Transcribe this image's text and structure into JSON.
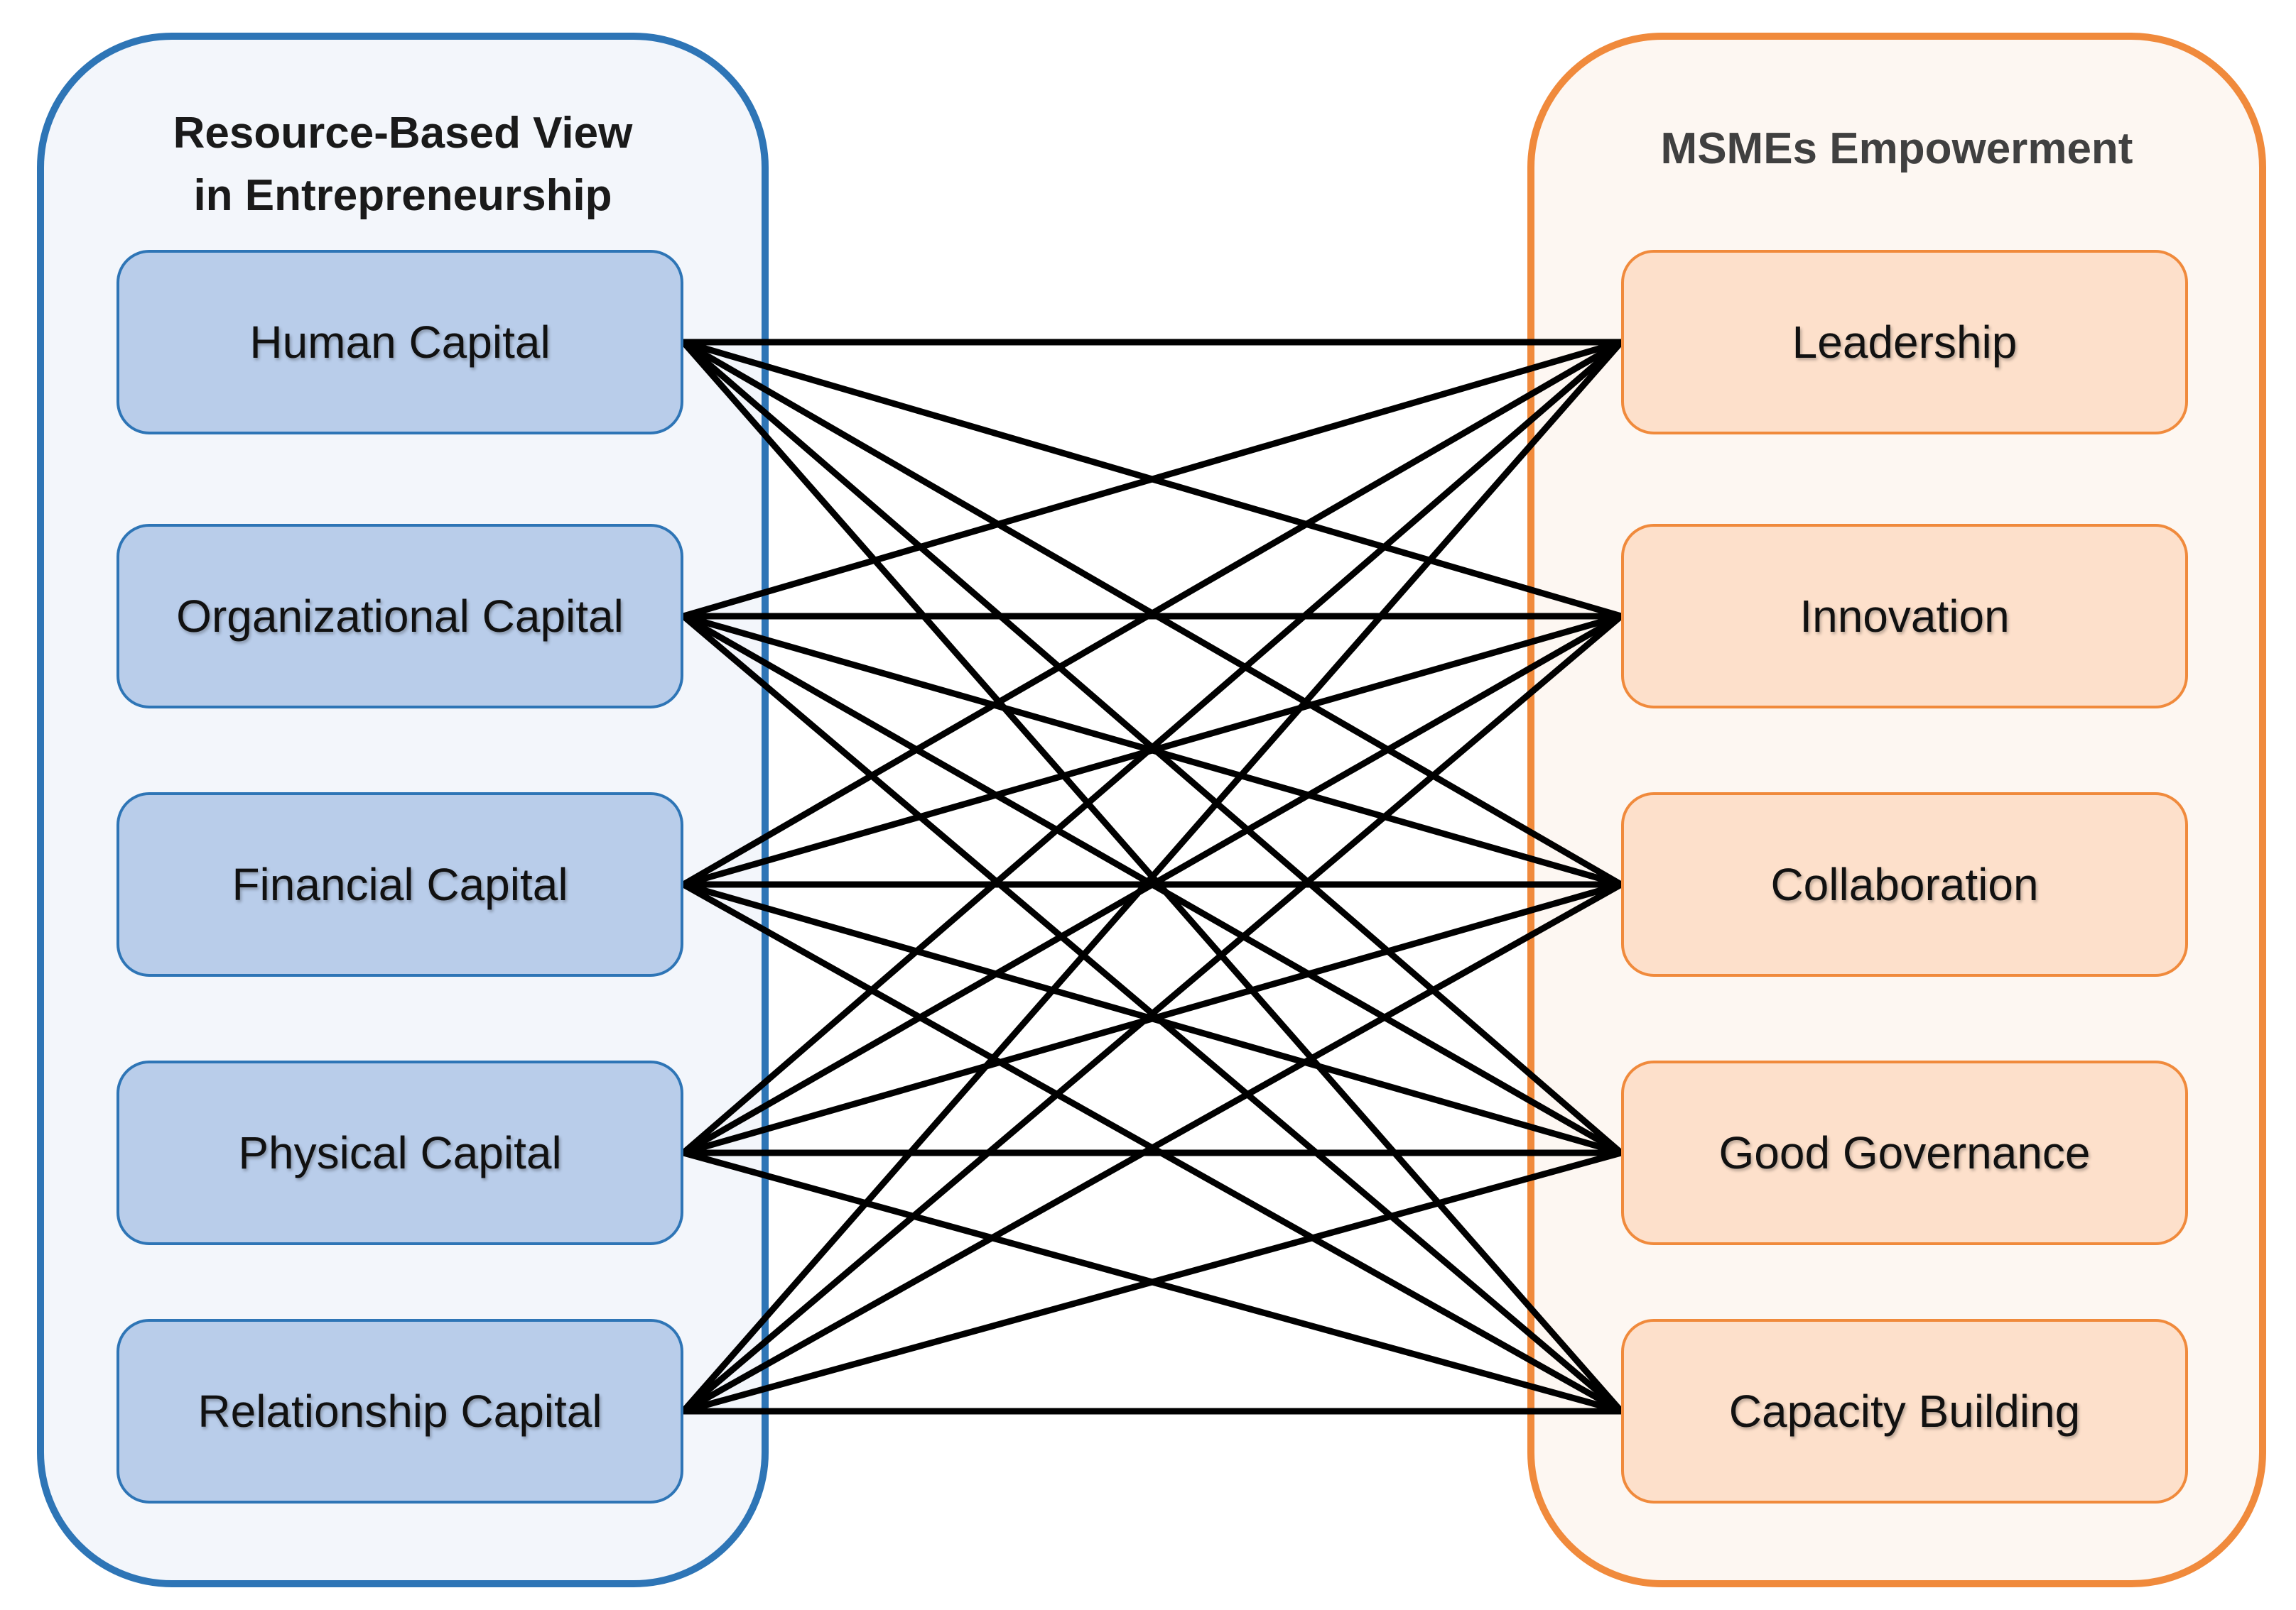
{
  "left_group": {
    "title": "Resource-Based View\nin Entrepreneurship",
    "items": [
      {
        "label": "Human Capital"
      },
      {
        "label": "Organizational Capital"
      },
      {
        "label": "Financial Capital"
      },
      {
        "label": "Physical Capital"
      },
      {
        "label": "Relationship Capital"
      }
    ]
  },
  "right_group": {
    "title": "MSMEs Empowerment",
    "items": [
      {
        "label": "Leadership"
      },
      {
        "label": "Innovation"
      },
      {
        "label": "Collaboration"
      },
      {
        "label": "Good Governance"
      },
      {
        "label": "Capacity Building"
      }
    ]
  },
  "links": [
    [
      0,
      0
    ],
    [
      0,
      1
    ],
    [
      0,
      2
    ],
    [
      0,
      3
    ],
    [
      0,
      4
    ],
    [
      1,
      0
    ],
    [
      1,
      1
    ],
    [
      1,
      2
    ],
    [
      1,
      3
    ],
    [
      1,
      4
    ],
    [
      2,
      0
    ],
    [
      2,
      1
    ],
    [
      2,
      2
    ],
    [
      2,
      3
    ],
    [
      2,
      4
    ],
    [
      3,
      0
    ],
    [
      3,
      1
    ],
    [
      3,
      2
    ],
    [
      3,
      3
    ],
    [
      3,
      4
    ],
    [
      4,
      0
    ],
    [
      4,
      1
    ],
    [
      4,
      2
    ],
    [
      4,
      3
    ],
    [
      4,
      4
    ]
  ],
  "colors": {
    "left_border": "#2e75b6",
    "left_box_fill": "#b9cdea",
    "right_border": "#f08a3c",
    "right_box_fill": "#fde0cb",
    "link": "#000000"
  }
}
